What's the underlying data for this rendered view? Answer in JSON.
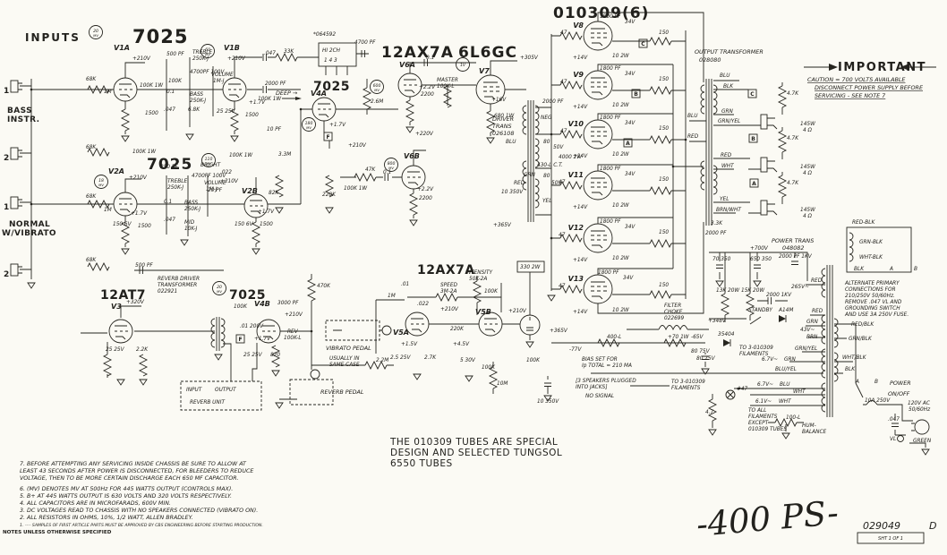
{
  "colors": {
    "paper": "#fbfaf4",
    "ink": "#26251f"
  },
  "channels": {
    "title": "INPUTS",
    "bass1": "BASS",
    "bass2": "INSTR.",
    "norm1": "NORMAL",
    "norm2": "W/VIBRATO",
    "j1": "1",
    "j2": "2"
  },
  "tube_types": {
    "ch1": "7025",
    "ch2": "7025",
    "v4a": "7025",
    "v4b": "7025",
    "v3": "12AT7",
    "pi": "12AX7A",
    "drv": "6L6GC",
    "trem": "12AX7A",
    "out": "010309(6)"
  },
  "tubes": [
    "V1A",
    "V1B",
    "V2A",
    "V2B",
    "V3",
    "V4A",
    "V4B",
    "V5A",
    "V5B",
    "V6A",
    "V6B",
    "V7",
    "V8",
    "V9",
    "V10",
    "V11",
    "V12",
    "V13"
  ],
  "mv": [
    "20",
    "60",
    "18",
    "110",
    "180",
    "600",
    "20",
    "800",
    "1V"
  ],
  "mv_unit": "MV",
  "vals": [
    "68K",
    "1M",
    "68K",
    "+210V",
    "100K 1W",
    "1500",
    "500 PF",
    "TREBLE",
    "250K-J",
    "100K",
    "4700PF 100V",
    "0.1",
    "BASS",
    "250K-J",
    ".047",
    "6.8K",
    "VOLUME",
    "1M-J",
    "+210V",
    "+1.7V",
    "1500",
    "25 25V",
    "100K 1W",
    ".047",
    "33K",
    "2000 PF",
    "10 PF",
    "3.3M",
    "68K",
    "1M",
    "68K",
    "100K 1W",
    "250 PF",
    "BRIGHT",
    "+210V",
    "TREBLE",
    "250K-J",
    "4700PF 100V",
    "0.1",
    "VOLUME",
    "1M-J",
    "BASS",
    "250K-J",
    ".047",
    "MID",
    "10K-J",
    "+1.7V",
    "150 6V",
    "1500",
    "100K 1W",
    ".022",
    "+210V",
    "20 PF",
    "+1.7V",
    "150 6V",
    "1500",
    "500 PF",
    "+320V",
    "25 25V",
    "2.2K",
    "100K",
    "3000 PF",
    "+210V",
    ".01 200V",
    "+1.7V",
    "25 25V",
    "820",
    "470K",
    "2.2M",
    "1M",
    ".01",
    ".022",
    "100K",
    "+210V",
    "220K",
    "+1.5V",
    "2.5 25V",
    "2.7K",
    "+4.5V",
    "5 30V",
    "100K",
    "10M",
    "100K",
    "+210V",
    "330 2W",
    "10 350V",
    "+365V",
    "4700 PF",
    "2.6M",
    "82K",
    "220K",
    "100K 1W",
    "+1.7V",
    "+210V",
    "0.1",
    "+2.2V",
    "2200",
    "47K",
    "0.1",
    "+2.2V",
    "2200",
    "+220V",
    "680 1W",
    "+16V",
    "+305V",
    "2000 PF",
    "NEG",
    "50V",
    "4000 2W",
    "430-L C.T.",
    "80",
    "80",
    "50V",
    "10 350V",
    "+365V",
    "47",
    "1800 PF",
    "34V",
    "150",
    "10 2W",
    "+14V",
    "47",
    "1800 PF",
    "34V",
    "150",
    "10 2W",
    "+14V",
    "47",
    "1800 PF",
    "34V",
    "150",
    "10 2W",
    "+14V",
    "47",
    "1800 PF",
    "34V",
    "150",
    "10 2W",
    "+14V",
    "47",
    "1800 PF",
    "34V",
    "150",
    "10 2W",
    "+14V",
    "47",
    "1800 PF",
    "34V",
    "150",
    "10 2W",
    "+14V",
    "BLU",
    "RED",
    "BLU",
    "BLK",
    "GRN",
    "GRN/YEL",
    "RED",
    "WHT",
    "YEL",
    "BRN/WHT",
    "3.3K",
    "2000 PF",
    "BLU",
    "RED",
    "GRN",
    "YEL",
    "+700V",
    "70 350",
    "650 350",
    "2000 PF 1KV",
    "13K 20W",
    "15K 20W",
    "2000 1KV",
    "265V~",
    "RED",
    "STANDBY",
    "A14M",
    "RED",
    "+348V",
    "GRN",
    "43V~",
    "BRN",
    "35404",
    "80 75V"
  ],
  "controls": {
    "deep": "DEEP →",
    "master": "MASTER",
    "master_val": "100K-L",
    "speed": "SPEED",
    "speed_val": "3M-2A",
    "intensity": "INTENSITY",
    "intensity_val": "50K-2A",
    "rev": "REV",
    "rev_val": "100K-L"
  },
  "transformers": {
    "reverb": [
      "REVERB DRIVER",
      "TRANSFORMER",
      "022921"
    ],
    "driver": [
      "DRIVER",
      "TRANS",
      "026108"
    ],
    "output": [
      "OUTPUT TRANSFORMER",
      "028080"
    ],
    "power": [
      "POWER TRANS",
      "048082"
    ],
    "choke": [
      "FILTER",
      "CHOKE",
      "022699"
    ],
    "net": "*064592",
    "net_box": "HI 2CH",
    "net_pins": "1  4  3"
  },
  "speaker": {
    "watts": "145W",
    "ohms": "4 Ω",
    "r": "4.7K",
    "taps": [
      "C",
      "B",
      "A"
    ]
  },
  "fmark": "F",
  "caution": {
    "important": "IMPORTANT",
    "lines": [
      "CAUTION = 700 VOLTS AVAILABLE",
      "DISCONNECT POWER SUPPLY BEFORE",
      "SERVICING - SEE NOTE 7"
    ]
  },
  "alt_primary": [
    "ALTERNATE PRIMARY",
    "CONNECTIONS FOR",
    "210/250V 50/60Hz.",
    "REMOVE .047 VL AND",
    "GROUNDING SWITCH",
    "AND USE 3A 250V FUSE."
  ],
  "primary_box": [
    "RED-BLK",
    "GRN-BLK",
    "WHT-BLK",
    "BLK",
    "A",
    "B"
  ],
  "sec_colors": [
    "RED/BLK",
    "GRN/BLK",
    "WHT/BLK",
    "BLK",
    "A",
    "B"
  ],
  "powerui": {
    "power": "POWER",
    "onoff": "ON/OFF",
    "fuse": "10A 250V",
    "mains1": "120V AC",
    "mains2": "50/60Hz",
    "cap": ".047",
    "vl": "VL",
    "green": "GREEN"
  },
  "filaments": {
    "all": [
      "TO ALL",
      "FILAMENTS",
      "EXCEPT",
      "010309 TUBES"
    ],
    "three_a": [
      "TO 3-010309",
      "FILAMENTS"
    ],
    "three_b": [
      "TO 3-010309",
      "FILAMENTS"
    ],
    "h1": "6.7V~",
    "h1c": "GRN",
    "by": "BLU/YEL",
    "h2": "6.7V~",
    "h2c": "BLU",
    "w": "WHT",
    "h3": "6.1V~",
    "h3c": "WHT",
    "gy": "GRN/YEL",
    "hum1": "HUM-",
    "hum2": "BALANCE",
    "hum_r": "100-L",
    "lamp": "#47",
    "r47": "4.7"
  },
  "bias": {
    "pot": "400-L",
    "vneg": "-77V",
    "r": "+70 1W",
    "v65": "-65V",
    "cap": "80 75V",
    "lines": [
      "BIAS SET FOR",
      "Ip TOTAL = 210 MA"
    ],
    "cond": [
      "[3 SPEAKERS PLUGGED",
      "INTO JACKS]",
      "NO SIGNAL"
    ]
  },
  "reverb_unit": {
    "input": "INPUT",
    "output": "OUTPUT",
    "name": "REVERB UNIT",
    "vib_pedal": "VIBRATO PEDAL",
    "rev_pedal": "REVERB PEDAL",
    "same1": "USUALLY IN",
    "same2": "SAME CASE"
  },
  "tungsol": [
    "THE 010309 TUBES ARE SPECIAL",
    "DESIGN AND SELECTED TUNGSOL",
    "6550 TUBES"
  ],
  "notes": {
    "header": "NOTES UNLESS OTHERWISE SPECIFIED",
    "n7": [
      "7. BEFORE ATTEMPTING ANY SERVICING INSIDE CHASSIS BE SURE TO ALLOW AT",
      "    LEAST 43 SECONDS AFTER POWER IS DISCONNECTED, FOR BLEEDERS TO REDUCE",
      "    VOLTAGE, THEN TO BE MORE CERTAIN DISCHARGE EACH 650 MF CAPACITOR."
    ],
    "n6": "6. (MV) DENOTES MV AT 500Hz FOR 445 WATTS OUTPUT (CONTROLS MAX).",
    "n5": "5. B+ AT 445 WATTS OUTPUT IS 630 VOLTS AND 320 VOLTS RESPECTIVELY.",
    "n4": "4. ALL CAPACITORS ARE IN MICROFARADS, 600V MIN.",
    "n3": "3. DC VOLTAGES READ TO CHASSIS WITH NO SPEAKERS CONNECTED (VIBRATO ON).",
    "n2": "2. ALL RESISTORS IN OHMS, 10%, 1/2 WATT, ALLEN BRADLEY.",
    "n1": "1. ---- SAMPLES OF FIRST ARTICLE PARTS MUST BE APPROVED BY CBS ENGINEERING BEFORE STARTING PRODUCTION."
  },
  "titleblock": {
    "model": "-400 PS-",
    "number": "029049",
    "rev": "D",
    "sheet": "SHT 1 OF 1"
  }
}
